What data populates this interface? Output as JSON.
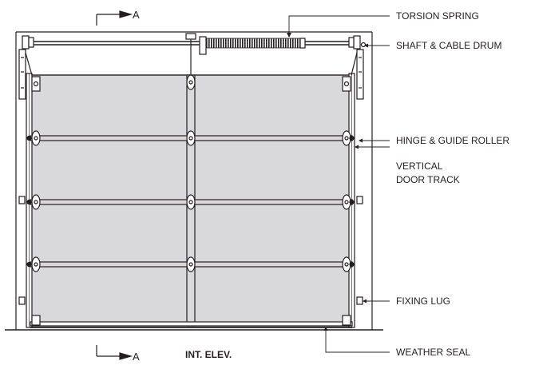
{
  "labels": {
    "torsion_spring": "TORSION SPRING",
    "shaft_cable_drum": "SHAFT & CABLE DRUM",
    "hinge_guide_roller": "HINGE & GUIDE ROLLER",
    "vertical_door_track_line1": "VERTICAL",
    "vertical_door_track_line2": "DOOR TRACK",
    "fixing_lug": "FIXING LUG",
    "weather_seal": "WEATHER SEAL"
  },
  "section_marker": {
    "top": "A",
    "bottom": "A"
  },
  "view_title": "INT. ELEV.",
  "colors": {
    "line": "#231f20",
    "panel": "#d9d9db",
    "background": "#ffffff"
  }
}
